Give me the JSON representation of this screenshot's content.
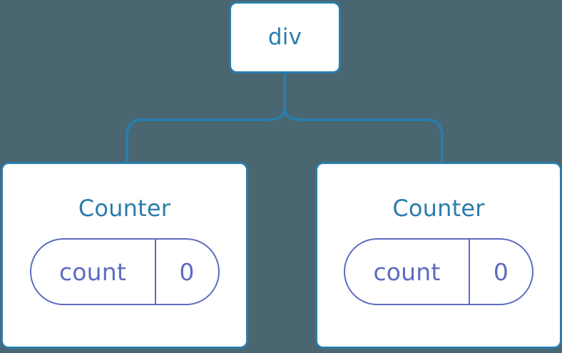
{
  "diagram": {
    "type": "component-tree",
    "background_color": "#4a6670",
    "node_border_color": "#2b7cac",
    "node_fill_color": "#ffffff",
    "connector_color": "#2b7cac",
    "title_color": "#2b7cac",
    "pill_color": "#5c6bc0",
    "root": {
      "label": "div"
    },
    "children": [
      {
        "title": "Counter",
        "state": {
          "key": "count",
          "value": "0"
        }
      },
      {
        "title": "Counter",
        "state": {
          "key": "count",
          "value": "0"
        }
      }
    ]
  }
}
